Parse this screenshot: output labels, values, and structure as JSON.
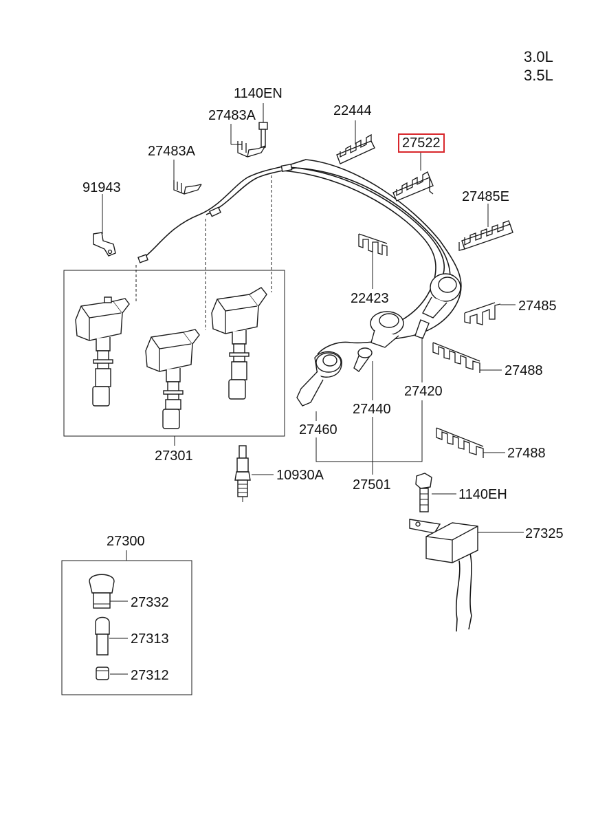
{
  "engine": {
    "line1": "3.0L",
    "line2": "3.5L"
  },
  "parts": {
    "p1140EN": "1140EN",
    "p27483A_top": "27483A",
    "p27483A_left": "27483A",
    "p22444": "22444",
    "p27522": "27522",
    "p91943": "91943",
    "p27485E": "27485E",
    "p22423": "22423",
    "p27485": "27485",
    "p27488_a": "27488",
    "p27420": "27420",
    "p27440": "27440",
    "p27460": "27460",
    "p27488_b": "27488",
    "p27301": "27301",
    "p10930A": "10930A",
    "p27501": "27501",
    "p1140EH": "1140EH",
    "p27300": "27300",
    "p27325": "27325",
    "p27332": "27332",
    "p27313": "27313",
    "p27312": "27312"
  },
  "highlight": {
    "part": "27522",
    "color": "#d8262b"
  }
}
